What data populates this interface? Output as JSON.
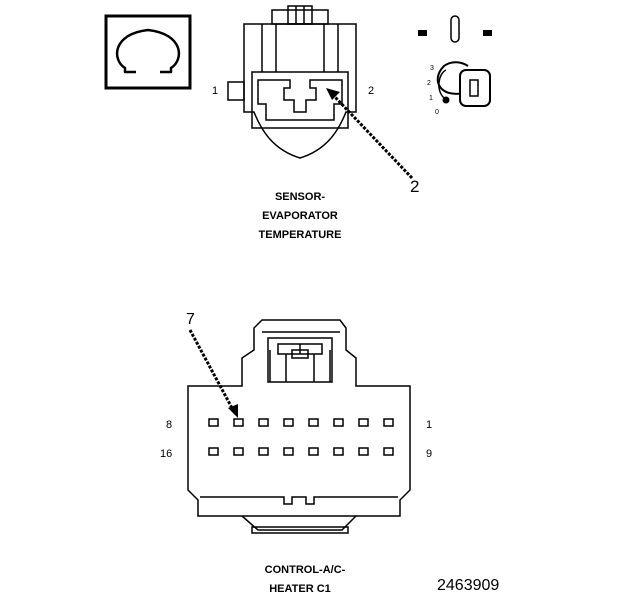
{
  "sensor": {
    "pin_left": "1",
    "pin_right": "2",
    "callout": "2",
    "title_line1": "SENSOR-",
    "title_line2": "EVAPORATOR",
    "title_line3": "TEMPERATURE"
  },
  "key_icon": {
    "positions": [
      "3",
      "2",
      "1",
      "0"
    ]
  },
  "control": {
    "callout": "7",
    "row1_left": "8",
    "row1_right": "1",
    "row2_left": "16",
    "row2_right": "9",
    "title_line1": "CONTROL-A/C-",
    "title_line2": "HEATER C1"
  },
  "figure_number": "2463909"
}
